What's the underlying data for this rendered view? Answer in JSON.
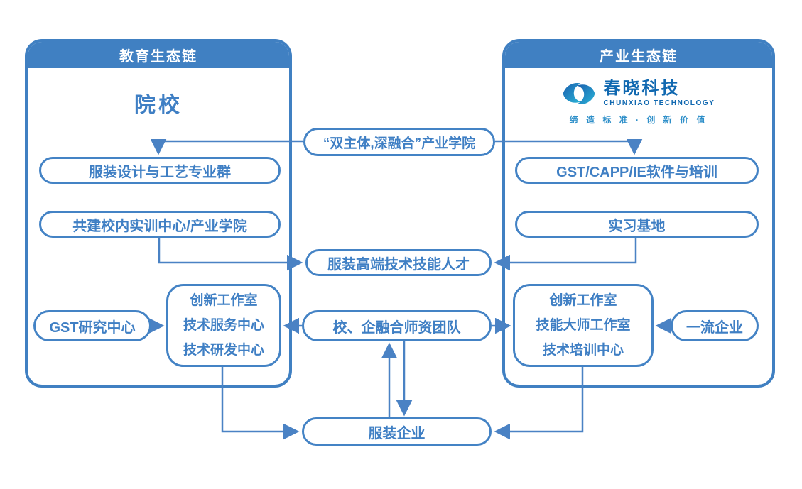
{
  "left_panel": {
    "header": "教育生态链",
    "title": "院校",
    "pill1": "服装设计与工艺专业群",
    "pill2": "共建校内实训中心/产业学院",
    "gst_center": "GST研究中心",
    "centers": {
      "line1": "创新工作室",
      "line2": "技术服务中心",
      "line3": "技术研发中心"
    }
  },
  "right_panel": {
    "header": "产业生态链",
    "logo": {
      "icon": "swirl-logo-icon",
      "name": "春晓科技",
      "subtitle": "CHUNXIAO TECHNOLOGY",
      "tagline": "缔 造 标 准 · 创 新 价 值"
    },
    "pill1": "GST/CAPP/IE软件与培训",
    "pill2": "实习基地",
    "centers": {
      "line1": "创新工作室",
      "line2": "技能大师工作室",
      "line3": "技术培训中心"
    },
    "first_class": "一流企业"
  },
  "middle": {
    "industry_college": "“双主体,深融合”产业学院",
    "talents": "服装高端技术技能人才",
    "faculty_team": "校、企融合师资团队",
    "garment_enterprise": "服装企业"
  },
  "colors": {
    "primary_blue": "#4080c2",
    "pill_border_blue": "#4483c5",
    "text_blue": "#3f7fc4",
    "connector_blue": "#4a82c4",
    "logo_blue": "#1068b0",
    "logo_teal": "#2ab5d8",
    "tagline_blue": "#2e8fc9"
  }
}
